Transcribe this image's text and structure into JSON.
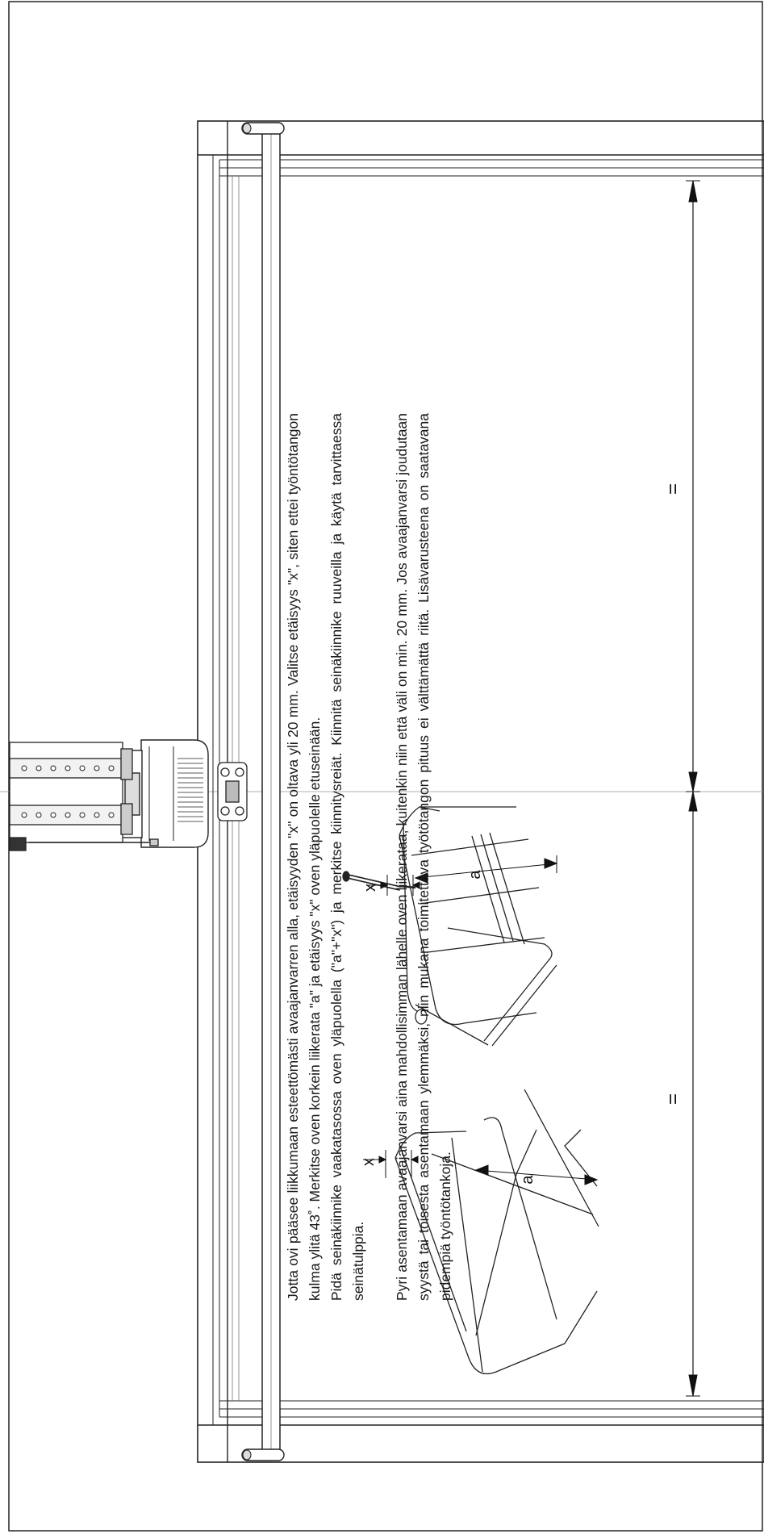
{
  "diagram": {
    "instructions": {
      "para1": "Jotta ovi pääsee liikkumaan esteettömästi avaajanvarren alla, etäisyyden \"x\" on oltava yli 20 mm. Valitse etäisyys \"x\", siten ettei työntötangon kulma ylitä 43˚. Merkitse oven korkein liikerata \"a\" ja etäisyys \"x\" oven yläpuolelle etuseinään.",
      "para2": "Pidä seinäkiinnike vaakatasossa oven yläpuolella (\"a\"+\"x\") ja merkitse kiinnitysreiät. Kiinnitä seinäkiinnike ruuveilla ja käytä tarvittaessa seinätulppia.",
      "para3": "Pyri asentamaan avaajanvarsi aina mahdollisimman lähelle oven liikerataa, kuitenkin niin että väli on min. 20 mm. Jos avaajanvarsi joudutaan syystä tai toisesta asentamaan ylemmäksi, niin mukana toimitettava työtötangon pituus ei välttämättä riitä. Lisävarusteena on saatavana pidempiä työntötankoja."
    },
    "labels": {
      "x_left": "x",
      "a_left": "a",
      "x_right": "x",
      "a_right": "a",
      "equal_lower": "=",
      "equal_upper": "="
    }
  }
}
